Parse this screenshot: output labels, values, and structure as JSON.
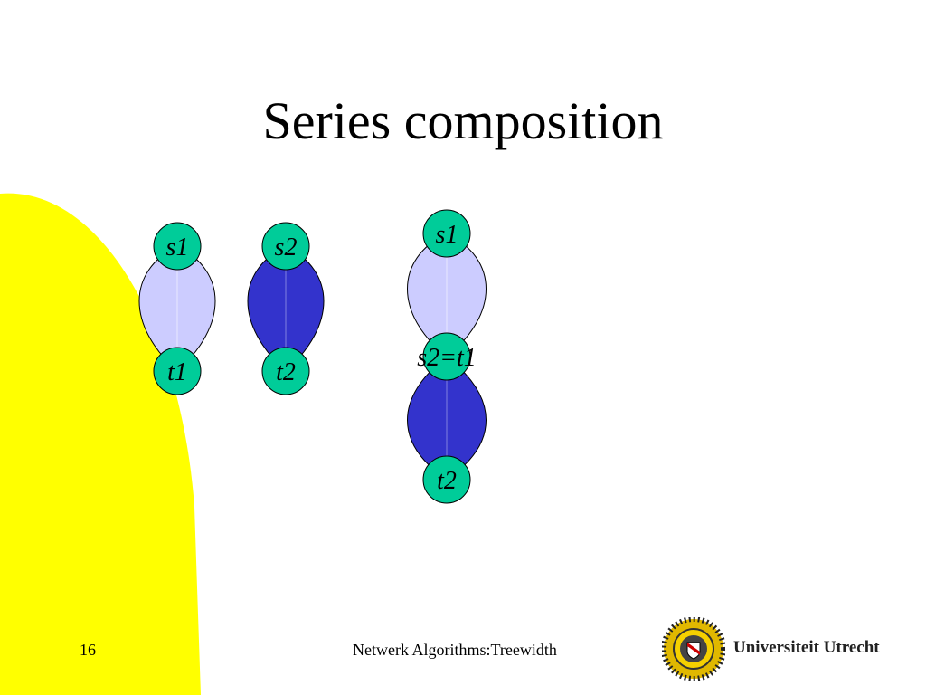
{
  "slide": {
    "title": "Series composition",
    "footer_center": "Netwerk Algorithms:Treewidth",
    "page_number": "16",
    "university": "Universiteit Utrecht"
  },
  "diagram": {
    "graph1": {
      "top": "s1",
      "bottom": "t1",
      "fill": "#ccccff"
    },
    "graph2": {
      "top": "s2",
      "bottom": "t2",
      "fill": "#3333cc"
    },
    "composed": {
      "top": "s1",
      "middle": "s2=t1",
      "bottom": "t2"
    }
  },
  "colors": {
    "node": "#00cc99",
    "accent_yellow": "#ffff00",
    "light_lobe": "#ccccff",
    "dark_lobe": "#3333cc"
  }
}
